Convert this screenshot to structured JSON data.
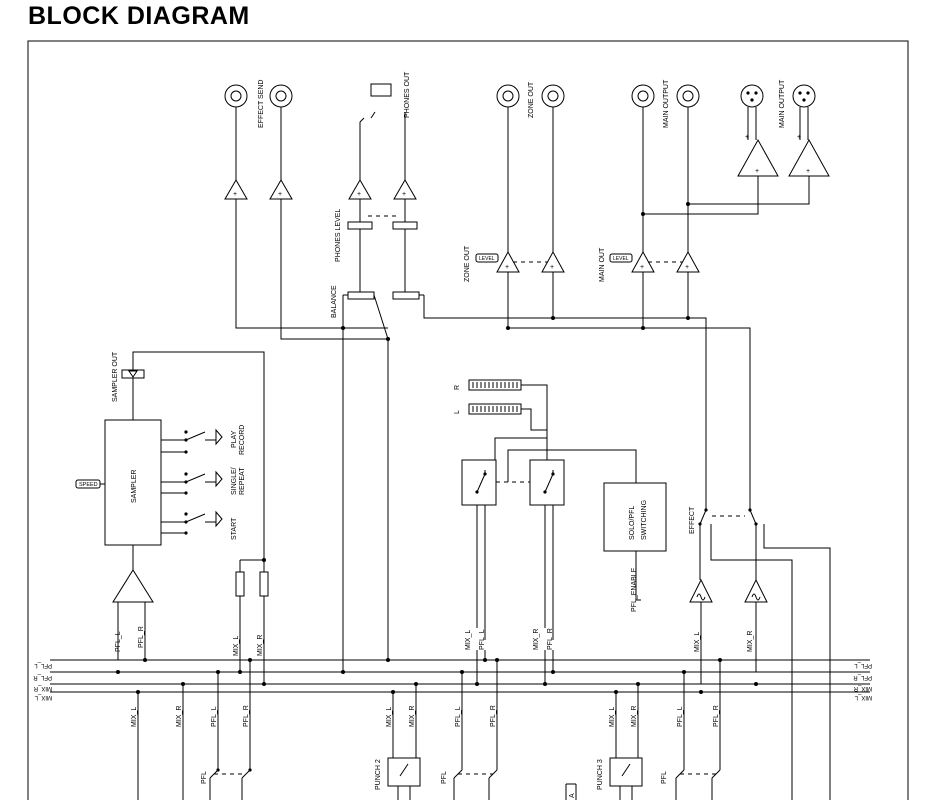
{
  "title": "BLOCK DIAGRAM",
  "labels": {
    "effect_send": "EFFECT SEND",
    "phones_out": "PHONES OUT",
    "zone_out_jack": "ZONE OUT",
    "main_output_jack": "MAIN OUTPUT",
    "main_output_xlr": "MAIN OUTPUT",
    "phones_level": "PHONES LEVEL",
    "balance": "BALANCE",
    "zone_out_level": "ZONE OUT",
    "main_out_level": "MAIN OUT",
    "level_knob": "LEVEL",
    "sampler_out": "SAMPLER OUT",
    "sampler": "SAMPLER",
    "speed": "SPEED",
    "play_record": [
      "PLAY",
      "RECORD"
    ],
    "single_repeat": [
      "SINGLE/",
      "REPEAT"
    ],
    "start": "START",
    "meter_r": "R",
    "meter_l": "L",
    "solo_pfl_switching": [
      "SOLO/PFL",
      "SWITCHING"
    ],
    "pfl_enable": "PFL_ENABLE",
    "effect": "EFFECT",
    "pfl_l": "PFL_L",
    "pfl_r": "PFL_R",
    "mix_l": "MIX_L",
    "mix_r": "MIX_R",
    "pfl": "PFL",
    "punch_2": "PUNCH 2",
    "punch_3": "PUNCH 3",
    "a": "A"
  }
}
